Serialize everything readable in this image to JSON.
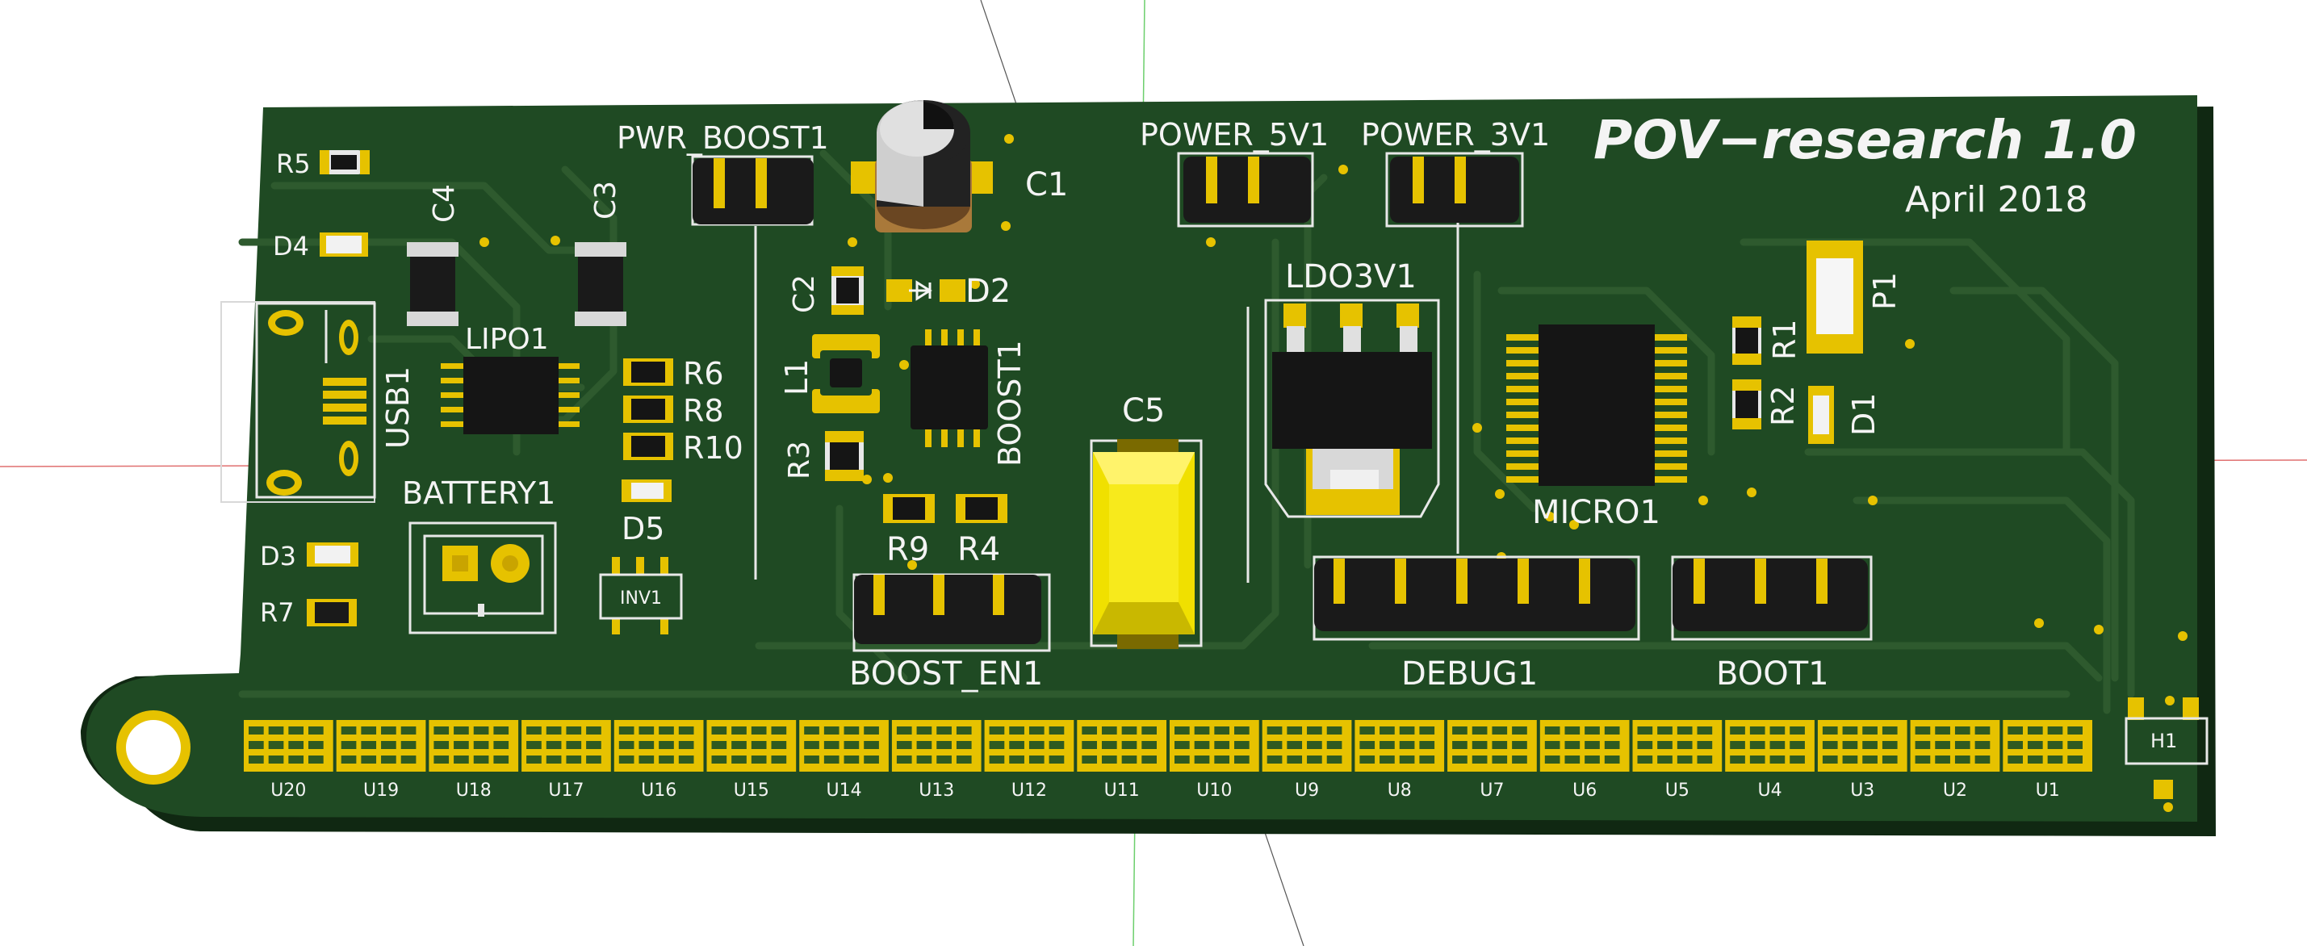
{
  "board": {
    "title": "POV−research 1.0",
    "date": "April 2018",
    "colors": {
      "soldermask": "#1f4a23",
      "copper": "#e6c200",
      "silkscreen": "#f4f4f4",
      "background": "#ffffff"
    }
  },
  "labels": {
    "R5": "R5",
    "D4": "D4",
    "C4": "C4",
    "C3": "C3",
    "USB1": "USB1",
    "LIPO1": "LIPO1",
    "R6": "R6",
    "R8": "R8",
    "R10": "R10",
    "BATTERY1": "BATTERY1",
    "D5": "D5",
    "D3": "D3",
    "R7": "R7",
    "INV1": "INV1",
    "PWR_BOOST1": "PWR_BOOST1",
    "C1": "C1",
    "C2": "C2",
    "D2": "D2",
    "L1": "L1",
    "R3": "R3",
    "BOOST1": "BOOST1",
    "R9": "R9",
    "R4": "R4",
    "BOOST_EN1": "BOOST_EN1",
    "C5": "C5",
    "POWER_5V1": "POWER_5V1",
    "POWER_3V1": "POWER_3V1",
    "LDO3V1": "LDO3V1",
    "MICRO1": "MICRO1",
    "R1": "R1",
    "R2": "R2",
    "D1": "D1",
    "P1": "P1",
    "DEBUG1": "DEBUG1",
    "BOOT1": "BOOT1",
    "H1": "H1"
  },
  "edge_connector": {
    "pads": [
      "U20",
      "U19",
      "U18",
      "U17",
      "U16",
      "U15",
      "U14",
      "U13",
      "U12",
      "U11",
      "U10",
      "U9",
      "U8",
      "U7",
      "U6",
      "U5",
      "U4",
      "U3",
      "U2",
      "U1"
    ]
  }
}
